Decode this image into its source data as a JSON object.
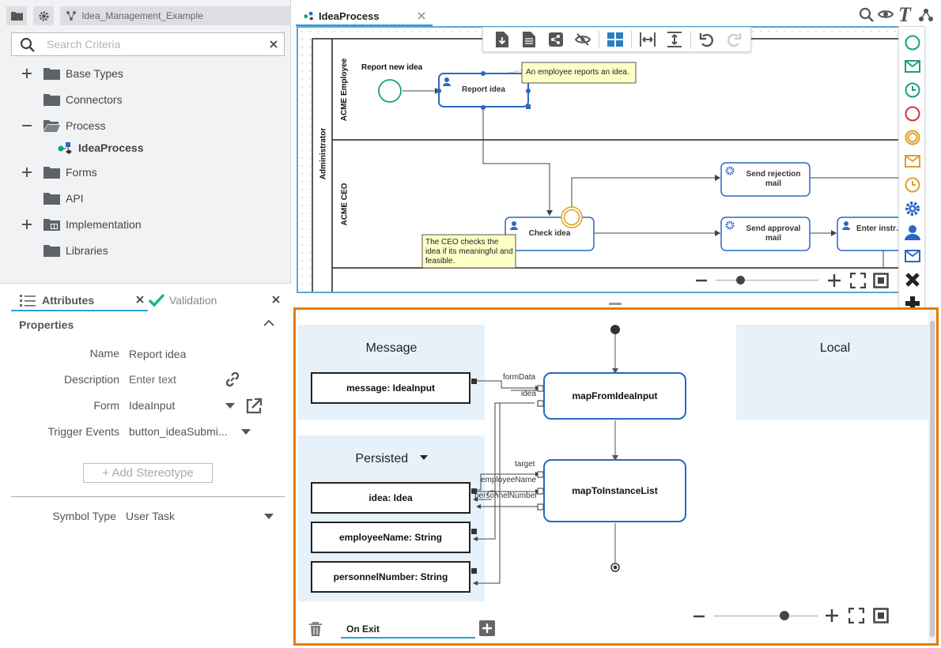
{
  "breadcrumb": {
    "project": "Idea_Management_Example"
  },
  "search": {
    "placeholder": "Search Criteria"
  },
  "tree": [
    {
      "label": "Base Types",
      "expander": "+"
    },
    {
      "label": "Connectors",
      "expander": ""
    },
    {
      "label": "Process",
      "expander": "−"
    },
    {
      "label": "IdeaProcess",
      "expander": ""
    },
    {
      "label": "Forms",
      "expander": "+"
    },
    {
      "label": "API",
      "expander": ""
    },
    {
      "label": "Implementation",
      "expander": "+"
    },
    {
      "label": "Libraries",
      "expander": ""
    }
  ],
  "attributes": {
    "tab_attributes": "Attributes",
    "tab_validation": "Validation",
    "section": "Properties",
    "name_label": "Name",
    "name_value": "Report idea",
    "description_label": "Description",
    "description_placeholder": "Enter text",
    "form_label": "Form",
    "form_value": "IdeaInput",
    "trigger_label": "Trigger Events",
    "trigger_value": "button_ideaSubmi...",
    "add_stereotype": "+ Add Stereotype",
    "symbol_type_label": "Symbol Type",
    "symbol_type_value": "User Task"
  },
  "editor": {
    "tab_label": "IdeaProcess",
    "pool_label": "Administrator",
    "lane1": "ACME Employee",
    "lane2": "ACME CEO",
    "start_label": "Report new idea",
    "task_report": "Report idea",
    "task_check": "Check idea",
    "task_rejection": "Send rejection mail",
    "task_approval": "Send approval mail",
    "task_enter": "Enter instr… for reali…",
    "note_employee": "An employee reports an idea.",
    "note_ceo": "The CEO checks the idea if its meaningful and feasible."
  },
  "mapping": {
    "zone_message": "Message",
    "zone_persisted": "Persisted",
    "zone_local": "Local",
    "var_message": "message: IdeaInput",
    "var_idea": "idea: Idea",
    "var_employee": "employeeName: String",
    "var_personnel": "personnelNumber: String",
    "func1": "mapFromIdeaInput",
    "func2": "mapToInstanceList",
    "label_formdata": "formData",
    "label_idea": "idea",
    "label_target": "target",
    "label_employeename": "employeeName",
    "label_personnelnumber": "personnelNumber",
    "tab_onexit": "On Exit"
  },
  "colors": {
    "accent": "#2a68c2",
    "teal": "#16a085",
    "orange": "#e87b00",
    "red": "#d9303f",
    "note": "#ffffc8"
  }
}
